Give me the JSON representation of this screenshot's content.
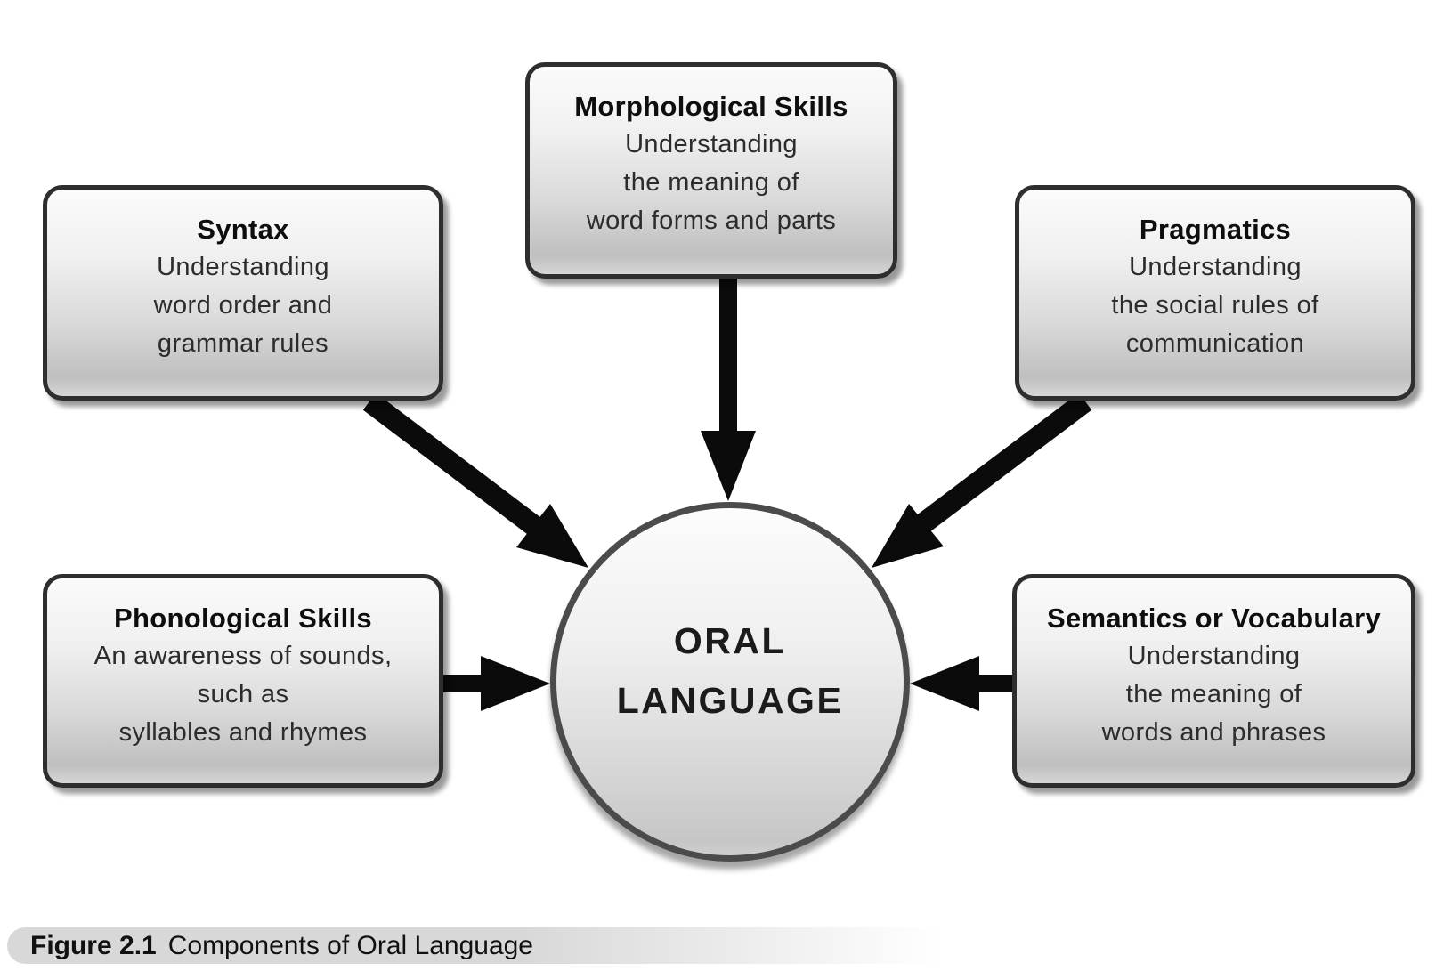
{
  "center": {
    "line1": "ORAL",
    "line2": "LANGUAGE"
  },
  "boxes": [
    {
      "id": "morphological",
      "title": "Morphological Skills",
      "lines": [
        "Understanding",
        "the meaning of",
        "word forms and parts"
      ]
    },
    {
      "id": "syntax",
      "title": "Syntax",
      "lines": [
        "Understanding",
        "word order and",
        "grammar rules"
      ]
    },
    {
      "id": "pragmatics",
      "title": "Pragmatics",
      "lines": [
        "Understanding",
        "the social rules of",
        "communication"
      ]
    },
    {
      "id": "phonological",
      "title": "Phonological Skills",
      "lines": [
        "An awareness of sounds,",
        "such as",
        "syllables and rhymes"
      ]
    },
    {
      "id": "semantics",
      "title": "Semantics or Vocabulary",
      "lines": [
        "Understanding",
        "the meaning of",
        "words and phrases"
      ]
    }
  ],
  "edges": [
    {
      "from": "Morphological Skills",
      "to": "ORAL LANGUAGE"
    },
    {
      "from": "Syntax",
      "to": "ORAL LANGUAGE"
    },
    {
      "from": "Pragmatics",
      "to": "ORAL LANGUAGE"
    },
    {
      "from": "Phonological Skills",
      "to": "ORAL LANGUAGE"
    },
    {
      "from": "Semantics or Vocabulary",
      "to": "ORAL LANGUAGE"
    }
  ],
  "caption": {
    "label": "Figure 2.1",
    "text": "Components of Oral Language"
  },
  "colors": {
    "arrow": "#0b0b0b",
    "box_border": "#2e2e2e",
    "box_title_text": "#0e0e0e",
    "box_body_text": "#2c2c2c",
    "circle_border": "#4b4b4b",
    "circle_text": "#1b1b1b",
    "caption_bar": "#d8d8d8",
    "caption_text": "#111111",
    "background": "#ffffff"
  }
}
